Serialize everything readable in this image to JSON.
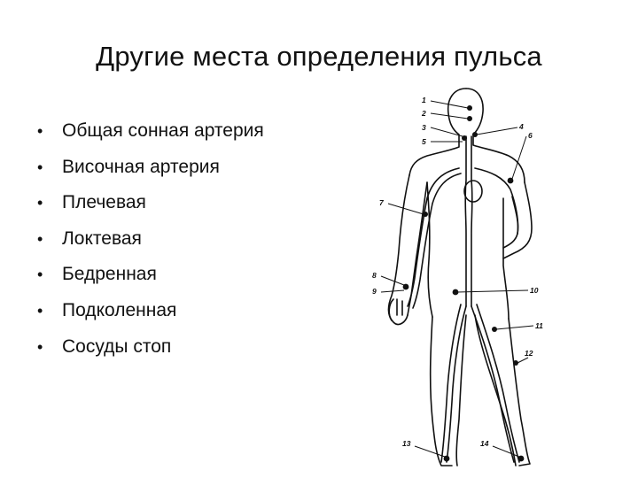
{
  "slide": {
    "title": "Другие места определения пульса",
    "bullet_marker": "•",
    "bullets": [
      "Общая сонная артерия",
      "Височная артерия",
      "Плечевая",
      "Локтевая",
      "Бедренная",
      "Подколенная",
      "Сосуды стоп"
    ]
  },
  "figure": {
    "labels": [
      "1",
      "2",
      "3",
      "5",
      "4",
      "6",
      "7",
      "8",
      "9",
      "10",
      "11",
      "12",
      "13",
      "14"
    ]
  }
}
